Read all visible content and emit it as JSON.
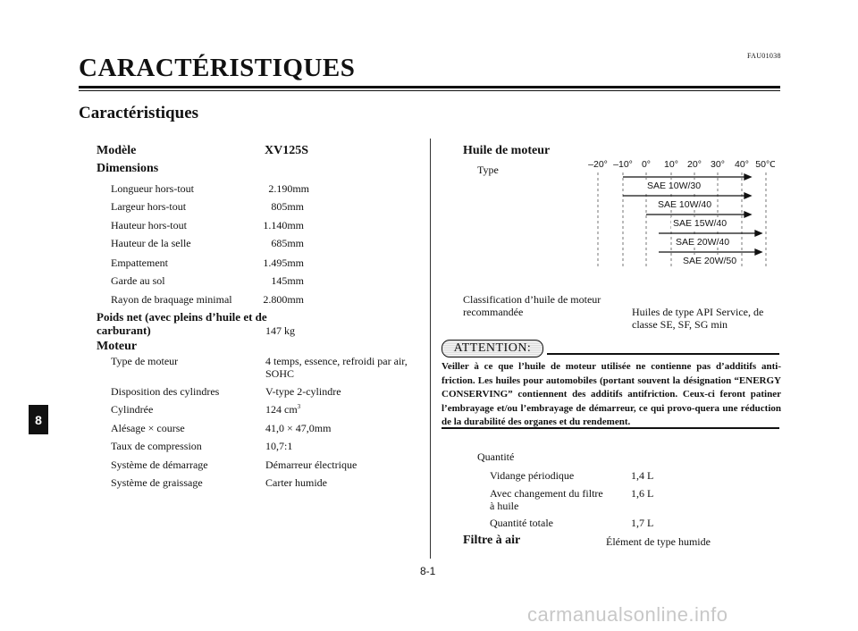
{
  "header": {
    "code": "FAU01038",
    "title": "CARACTÉRISTIQUES",
    "subtitle": "Caractéristiques",
    "section_tab": "8"
  },
  "left": {
    "model_label": "Modèle",
    "model_value": "XV125S",
    "dimensions_label": "Dimensions",
    "dimensions": [
      {
        "label": "Longueur hors-tout",
        "value": "2.190mm"
      },
      {
        "label": "Largeur hors-tout",
        "value": "805mm"
      },
      {
        "label": "Hauteur hors-tout",
        "value": "1.140mm"
      },
      {
        "label": "Hauteur de la selle",
        "value": "685mm"
      },
      {
        "label": "Empattement",
        "value": "1.495mm"
      },
      {
        "label": "Garde au sol",
        "value": "145mm"
      },
      {
        "label": "Rayon de braquage minimal",
        "value": "2.800mm"
      }
    ],
    "weight_label_1": "Poids net (avec pleins d’huile et de",
    "weight_label_2": "carburant)",
    "weight_value": "147 kg",
    "engine_label": "Moteur",
    "engine": [
      {
        "label": "Type de moteur",
        "value": "4 temps, essence, refroidi par air,",
        "value2": "SOHC"
      },
      {
        "label": "Disposition des cylindres",
        "value": "V-type 2-cylindre"
      },
      {
        "label": "Cylindrée",
        "value": "124 cm",
        "sup": "3"
      },
      {
        "label": "Alésage × course",
        "value": "41,0 × 47,0mm"
      },
      {
        "label": "Taux de compression",
        "value": "10,7:1"
      },
      {
        "label": "Système de démarrage",
        "value": "Démarreur électrique"
      },
      {
        "label": "Système de graissage",
        "value": "Carter humide"
      }
    ]
  },
  "right": {
    "oil_heading": "Huile de moteur",
    "type_label": "Type",
    "temps": [
      "–20°",
      "–10°",
      "0°",
      "10°",
      "20°",
      "30°",
      "40°",
      "50°C"
    ],
    "grades": [
      "SAE 10W/30",
      "SAE 10W/40",
      "SAE 15W/40",
      "SAE 20W/40",
      "SAE 20W/50"
    ],
    "classification_label_1": "Classification d’huile de moteur",
    "classification_label_2": "recommandée",
    "classification_value_1": "Huiles de type API Service, de",
    "classification_value_2": "classe SE, SF, SG min",
    "attention_title": "ATTENTION:",
    "attention_text": "Veiller à ce que l’huile de moteur utilisée ne contienne pas d’additifs anti-friction. Les huiles pour automobiles (portant souvent la désignation “ENERGY CONSERVING” contiennent des additifs antifriction. Ceux-ci feront patiner l’embrayage et/ou l’embrayage de démarreur, ce qui provo-quera une réduction de la durabilité des organes et du rendement.",
    "quantity_label": "Quantité",
    "quantities": [
      {
        "label": "Vidange périodique",
        "value": "1,4 L"
      },
      {
        "label": "Avec changement du filtre",
        "label2": "à huile",
        "value": "1,6 L"
      },
      {
        "label": "Quantité totale",
        "value": "1,7 L"
      }
    ],
    "air_filter_label": "Filtre à air",
    "air_filter_value": "Élément de type humide"
  },
  "footer": {
    "page": "8-1",
    "watermark": "carmanualsonline.info"
  }
}
